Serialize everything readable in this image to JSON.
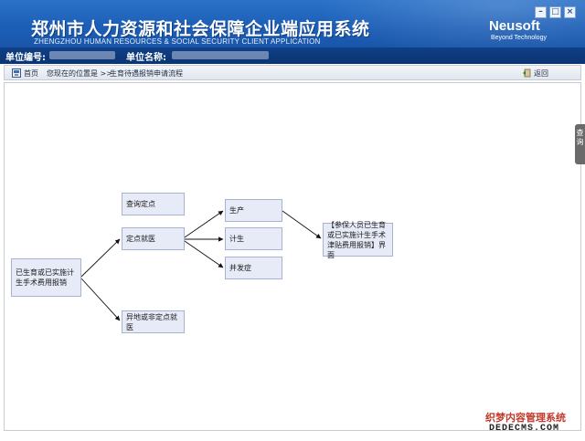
{
  "header": {
    "title_cn": "郑州市人力资源和社会保障企业端应用系统",
    "title_en": "ZHENGZHOU HUMAN RESOURCES & SOCIAL SECURITY CLIENT APPLICATION",
    "brand": "Neusoft",
    "slogan": "Beyond Technology",
    "window_controls": {
      "minimize": "–",
      "maximize": "□",
      "close": "×"
    }
  },
  "unit_bar": {
    "unit_code_label": "单位编号:",
    "unit_name_label": "单位名称:"
  },
  "navbar": {
    "home": "首页",
    "location_prefix": "您现在的位置是 >>",
    "location": "生育待遇报销申请流程",
    "back": "返回"
  },
  "side_tab": {
    "label": "查询"
  },
  "flowchart": {
    "start": "已生育或已实施计生手术费用报销",
    "query_designated": "查询定点",
    "designated_treatment": "定点就医",
    "nonlocal_treatment": "异地或非定点就医",
    "birth": "生产",
    "family_planning": "计生",
    "complication": "并发症",
    "result": "【参保人员已生育或已实施计生手术津贴费用报销】界面"
  },
  "watermark": {
    "line1": "织梦内容管理系统",
    "line2": "DEDECMS.COM"
  },
  "colors": {
    "header_blue": "#1d5fb8",
    "unit_bar": "#0b3574",
    "box_fill": "#e7ebf7",
    "box_border": "#a9b3d1"
  }
}
